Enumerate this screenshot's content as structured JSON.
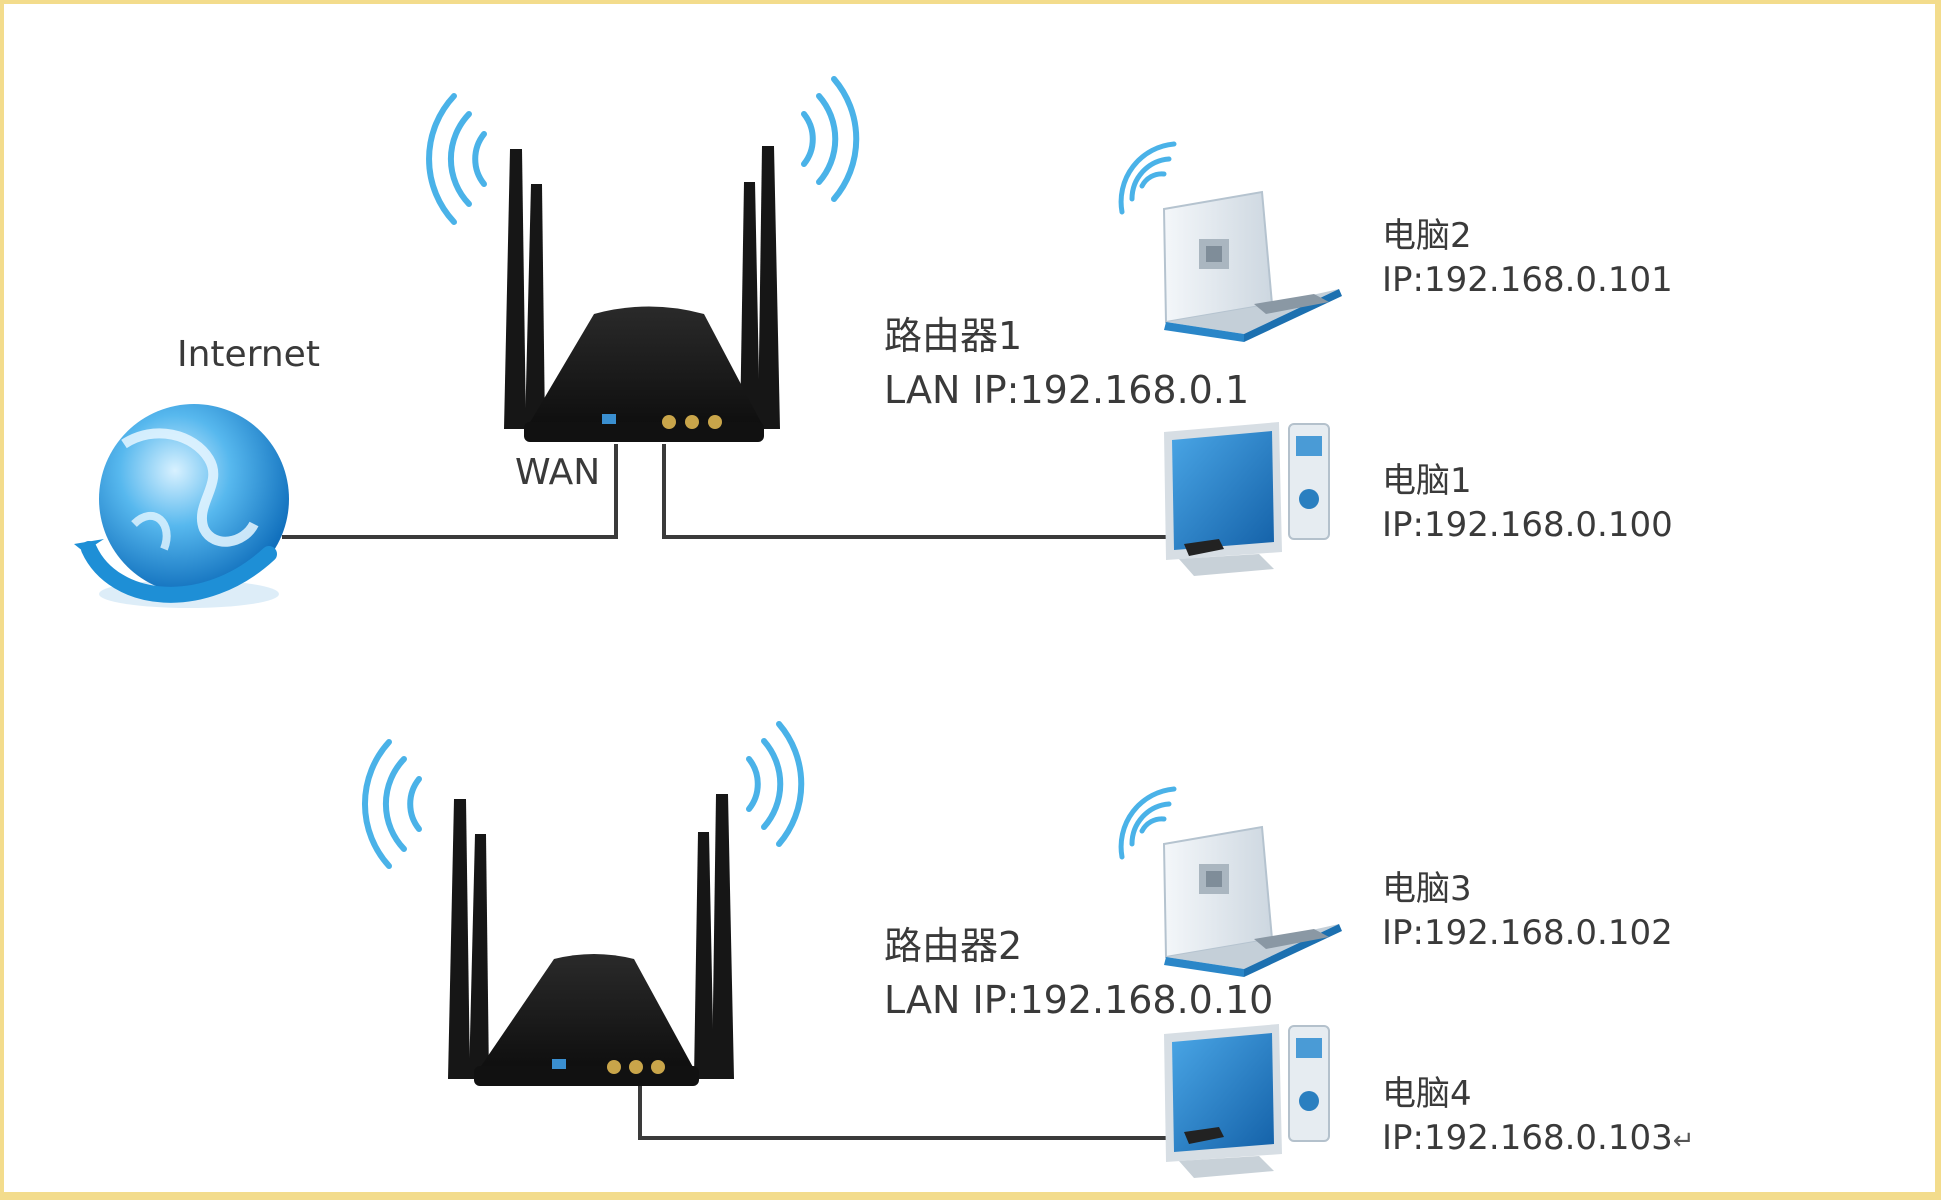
{
  "internet": {
    "label": "Internet"
  },
  "wan": {
    "label": "WAN"
  },
  "router1": {
    "name": "路由器1",
    "ip": "LAN IP:192.168.0.1"
  },
  "router2": {
    "name": "路由器2",
    "ip": "LAN IP:192.168.0.10"
  },
  "pcs": [
    {
      "name": "电脑2",
      "ip": "IP:192.168.0.101"
    },
    {
      "name": "电脑1",
      "ip": "IP:192.168.0.100"
    },
    {
      "name": "电脑3",
      "ip": "IP:192.168.0.102"
    },
    {
      "name": "电脑4",
      "ip": "IP:192.168.0.103"
    }
  ],
  "return_mark": "↵",
  "colors": {
    "cable": "#3a3a3a",
    "router_body": "#161616",
    "wifi_wave": "#4ab2e8",
    "globe": "#2f9be0",
    "screen": "#1d80c9",
    "border": "#f3dc8c"
  },
  "icons": [
    "globe-icon",
    "router-icon",
    "wifi-signal-icon",
    "laptop-icon",
    "desktop-pc-icon"
  ]
}
